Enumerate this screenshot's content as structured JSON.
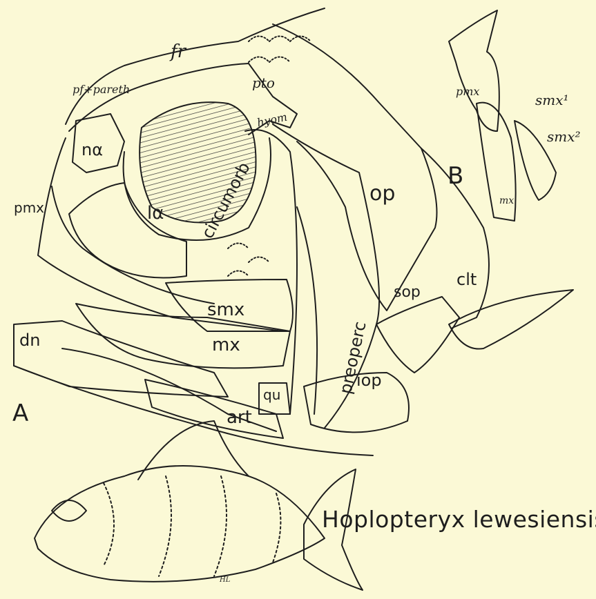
{
  "figure": {
    "caption": "Hoplopteryx lewesiensis",
    "panel_a": "A",
    "panel_b": "B",
    "signature": "HL"
  },
  "labels_a": {
    "fr": "fr",
    "pf_pareth": "pf+pareth",
    "pto": "pto",
    "hyom": "hyom",
    "na": "nα",
    "pmx": "pmx",
    "la": "lα",
    "circumorb": "circumorb",
    "op": "op",
    "smx": "smx",
    "mx": "mx",
    "dn": "dn",
    "preoperc": "preoperc",
    "sop": "sop",
    "clt": "clt",
    "iop": "iop",
    "qu": "qu",
    "art": "art"
  },
  "labels_b": {
    "pmx": "pmx",
    "mx": "mx",
    "smx1": "smx¹",
    "smx2": "smx²"
  },
  "colors": {
    "background": "#fbf9d6",
    "ink": "#1e1e1e"
  }
}
